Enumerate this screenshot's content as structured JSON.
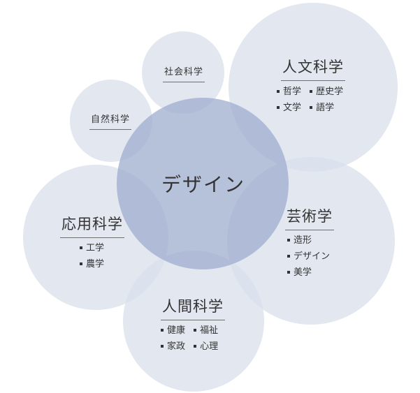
{
  "center": {
    "label": "デザイン"
  },
  "fields": {
    "jinbun": {
      "title": "人文科学",
      "items": [
        "哲学",
        "歴史学",
        "文学",
        "語学"
      ]
    },
    "shakai": {
      "title": "社会科学"
    },
    "shizen": {
      "title": "自然科学"
    },
    "geijutsu": {
      "title": "芸術学",
      "items": [
        "造形",
        "デザイン",
        "美学"
      ]
    },
    "ouyou": {
      "title": "応用科学",
      "items": [
        "工学",
        "農学"
      ]
    },
    "ningen": {
      "title": "人間科学",
      "items": [
        "健康",
        "福祉",
        "家政",
        "心理"
      ]
    }
  },
  "colors": {
    "outer_circle": "#dae0ec",
    "center_circle": "#a2b0d0",
    "text": "#333333",
    "underline": "#6f6f6f"
  }
}
